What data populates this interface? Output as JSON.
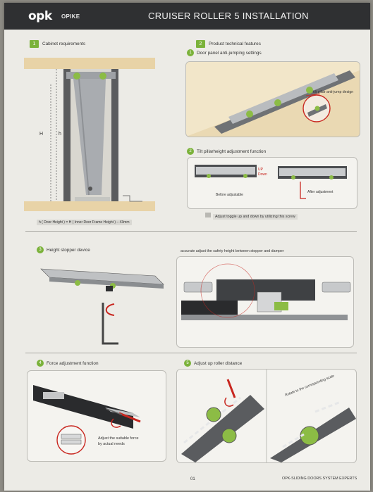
{
  "header": {
    "logo": "opk",
    "logo_sub": "OPIKE",
    "title": "CRUISER ROLLER 5 INSTALLATION"
  },
  "section1": {
    "number": "1",
    "title": "Cabinet requirements",
    "h_label": "H",
    "h_small_label": "h",
    "formula": "h ( Door Height ) = H ( Inner Door Frame Height ) – 43mm"
  },
  "section2": {
    "number": "2",
    "title": "Product technical features",
    "feature1": {
      "number": "1",
      "title": "Door panel anti-jumping settings",
      "callout": "tilt pillar anti-jump design"
    },
    "feature2": {
      "number": "2",
      "title": "Tilt pillarheight adjustment function",
      "up_label": "UP",
      "down_label": "Down",
      "before_label": "Before adjustable",
      "after_label": "After adjustment",
      "note": "Adjust toggle up and down by utilizing this screw"
    }
  },
  "section3": {
    "number": "3",
    "title": "Height stopper device",
    "caption": "accurate adjust the safety height between stopper and damper"
  },
  "section4": {
    "number": "4",
    "title": "Force adjustment function",
    "caption_line1": "Adjust the suitable force",
    "caption_line2": "by actual needs"
  },
  "section5": {
    "number": "5",
    "title": "Adjust up roller distance",
    "caption": "Rotate to the corresponding scale"
  },
  "footer": {
    "page": "01",
    "brand": "OPK-SLIDING DOORS SYSTEM EXPERTS"
  },
  "colors": {
    "accent_green": "#7bb23a",
    "header_bg": "#2f3032",
    "alert_red": "#c8261f"
  }
}
